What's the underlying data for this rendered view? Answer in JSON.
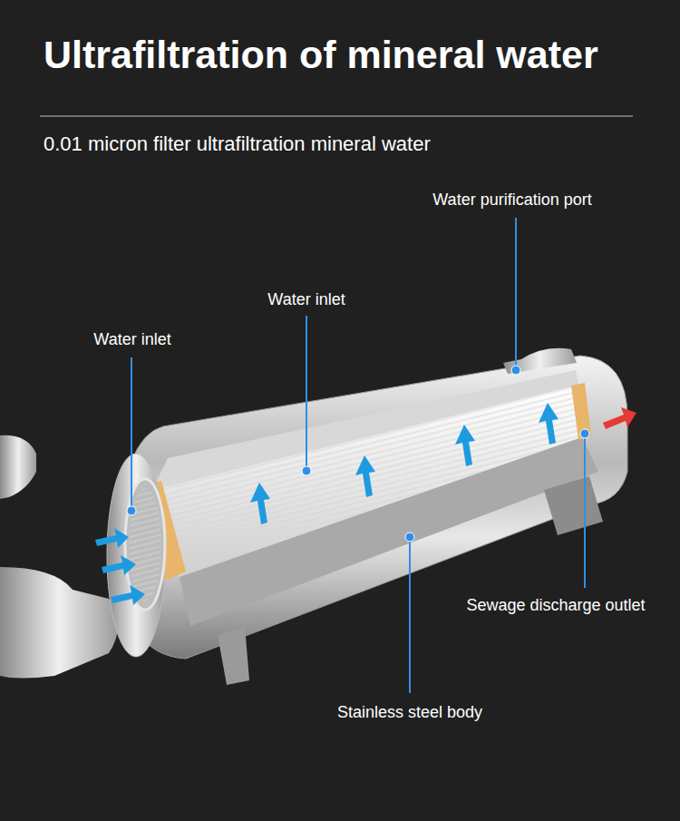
{
  "diagram": {
    "title": "Ultrafiltration of mineral water",
    "labels": [
      "0.01 micron filter ultrafiltration mineral water",
      "Water purification port",
      "Water inlet",
      "Water inlet",
      "Sewage discharge outlet",
      "Stainless steel body"
    ]
  }
}
